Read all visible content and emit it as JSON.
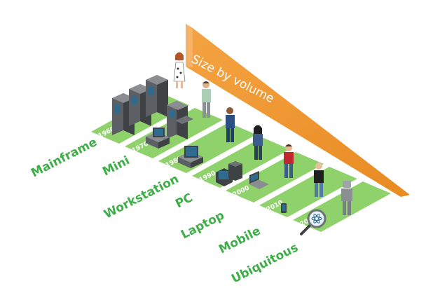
{
  "banner": {
    "text": "Size by volume",
    "color": "#f0962e"
  },
  "colors": {
    "stripe": "#8fd16b",
    "label": "#3fae49"
  },
  "eras": [
    {
      "name": "Mainframe",
      "year": "1960",
      "icon": "mainframe-servers"
    },
    {
      "name": "Mini",
      "year": "1970",
      "icon": "minicomputer"
    },
    {
      "name": "Workstation",
      "year": "1980",
      "icon": "workstation-computer"
    },
    {
      "name": "PC",
      "year": "1990",
      "icon": "personal-computer"
    },
    {
      "name": "Laptop",
      "year": "2000",
      "icon": "laptop"
    },
    {
      "name": "Mobile",
      "year": "2010",
      "icon": "mobile-phone"
    },
    {
      "name": "Ubiquitous",
      "year": "2020",
      "icon": "magnifier-atom"
    }
  ]
}
